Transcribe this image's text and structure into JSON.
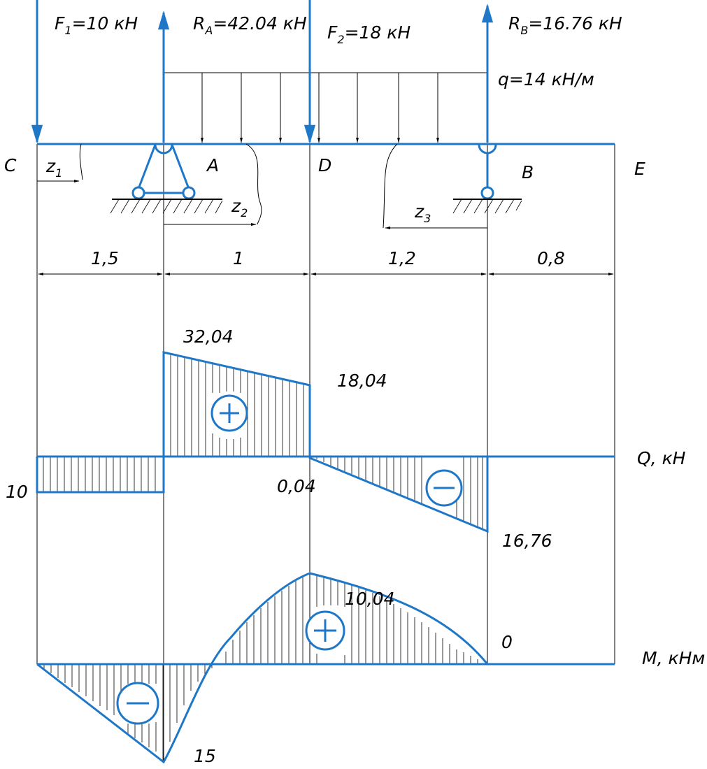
{
  "colors": {
    "beam": "#1f77c8",
    "line": "#000000"
  },
  "forces": {
    "f1": {
      "sym": "F",
      "sub": "1",
      "rest": "=10 кН"
    },
    "ra": {
      "sym": "R",
      "sub": "A",
      "rest": "=42.04 кН"
    },
    "f2": {
      "sym": "F",
      "sub": "2",
      "rest": "=18 кН"
    },
    "rb": {
      "sym": "R",
      "sub": "B",
      "rest": "=16.76 кН"
    },
    "q": "q=14 кН/м"
  },
  "points": {
    "c": "C",
    "a": "A",
    "d": "D",
    "b": "B",
    "e": "E"
  },
  "coords": {
    "z1": {
      "sym": "z",
      "sub": "1"
    },
    "z2": {
      "sym": "z",
      "sub": "2"
    },
    "z3": {
      "sym": "z",
      "sub": "3"
    }
  },
  "dimensions": [
    "1,5",
    "1",
    "1,2",
    "0,8"
  ],
  "shear": {
    "axis_label": "Q, кН",
    "values": {
      "v1": "10",
      "v2": "32,04",
      "v3": "18,04",
      "v4": "0,04",
      "v5": "16,76"
    },
    "signs": {
      "pos": "+",
      "neg": "−"
    }
  },
  "moment": {
    "axis_label": "M, кНм",
    "values": {
      "v1": "15",
      "v2": "10,04",
      "v3": "0"
    },
    "signs": {
      "pos": "+",
      "neg": "−"
    }
  }
}
